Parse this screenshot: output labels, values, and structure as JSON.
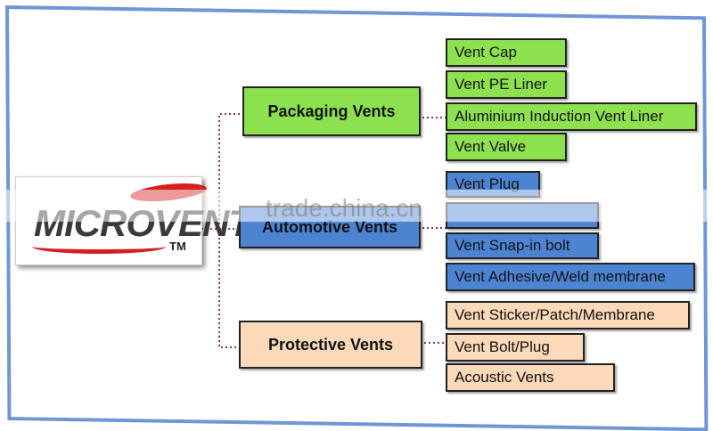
{
  "logo": {
    "name": "MICROVENT",
    "tm": "TM"
  },
  "watermark": "trade.china.cn",
  "colors": {
    "packaging": "#8de14f",
    "automotive": "#4c84d2",
    "protective": "#fbd9b9",
    "connector": "#8b2f6e",
    "frame": "#6f97d6"
  },
  "categories": [
    {
      "label": "Packaging Vents",
      "items": [
        "Vent Cap",
        "Vent PE Liner",
        "Aluminium Induction Vent Liner",
        "Vent Valve"
      ]
    },
    {
      "label": "Automotive Vents",
      "items": [
        "Vent Plug",
        "",
        "Vent Snap-in bolt",
        "Vent Adhesive/Weld membrane"
      ]
    },
    {
      "label": "Protective Vents",
      "items": [
        "Vent Sticker/Patch/Membrane",
        "Vent Bolt/Plug",
        "Acoustic Vents"
      ]
    }
  ]
}
